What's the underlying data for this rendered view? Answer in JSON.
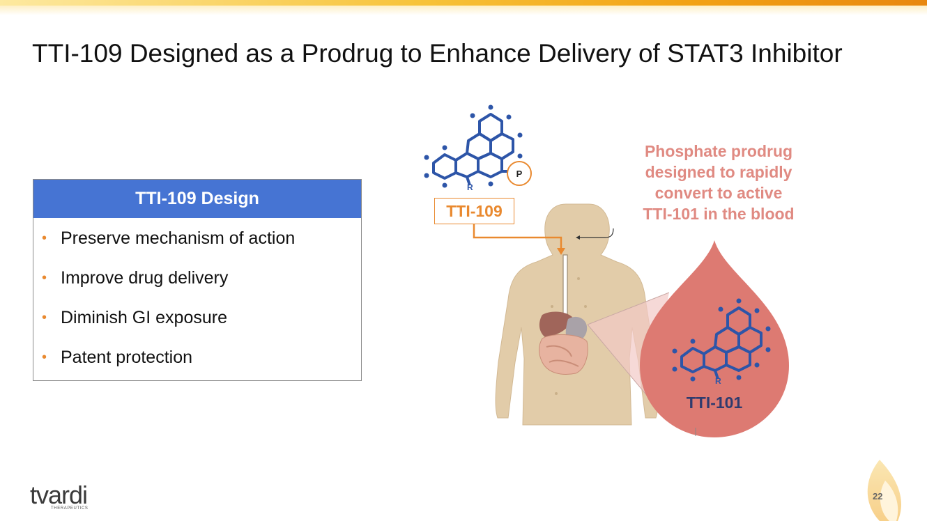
{
  "slide": {
    "title": "TTI-109 Designed as a Prodrug to Enhance Delivery of STAT3 Inhibitor",
    "page_number": "22"
  },
  "design_box": {
    "header": "TTI-109 Design",
    "bullet_glyph": "•",
    "items": [
      "Preserve mechanism of action",
      "Improve drug delivery",
      "Diminish GI exposure",
      "Patent protection"
    ]
  },
  "diagram": {
    "prodrug_label": "TTI-109",
    "phosphate_symbol": "P",
    "r_group_label": "R",
    "active_label": "TTI-101",
    "callout_lines": [
      "Phosphate prodrug",
      "designed to rapidly",
      "convert to active",
      "TTI-101 in the blood"
    ]
  },
  "logo": {
    "wordmark": "tvardi",
    "subtitle": "THERAPEUTICS"
  },
  "colors": {
    "accent_orange": "#e9892f",
    "header_blue": "#4674d3",
    "callout_pink": "#e08a82",
    "blood_drop": "#dd7a72",
    "molecule_blue": "#2d55a8",
    "active_label": "#2f3b6e",
    "body_tone": "#e2cca9"
  }
}
